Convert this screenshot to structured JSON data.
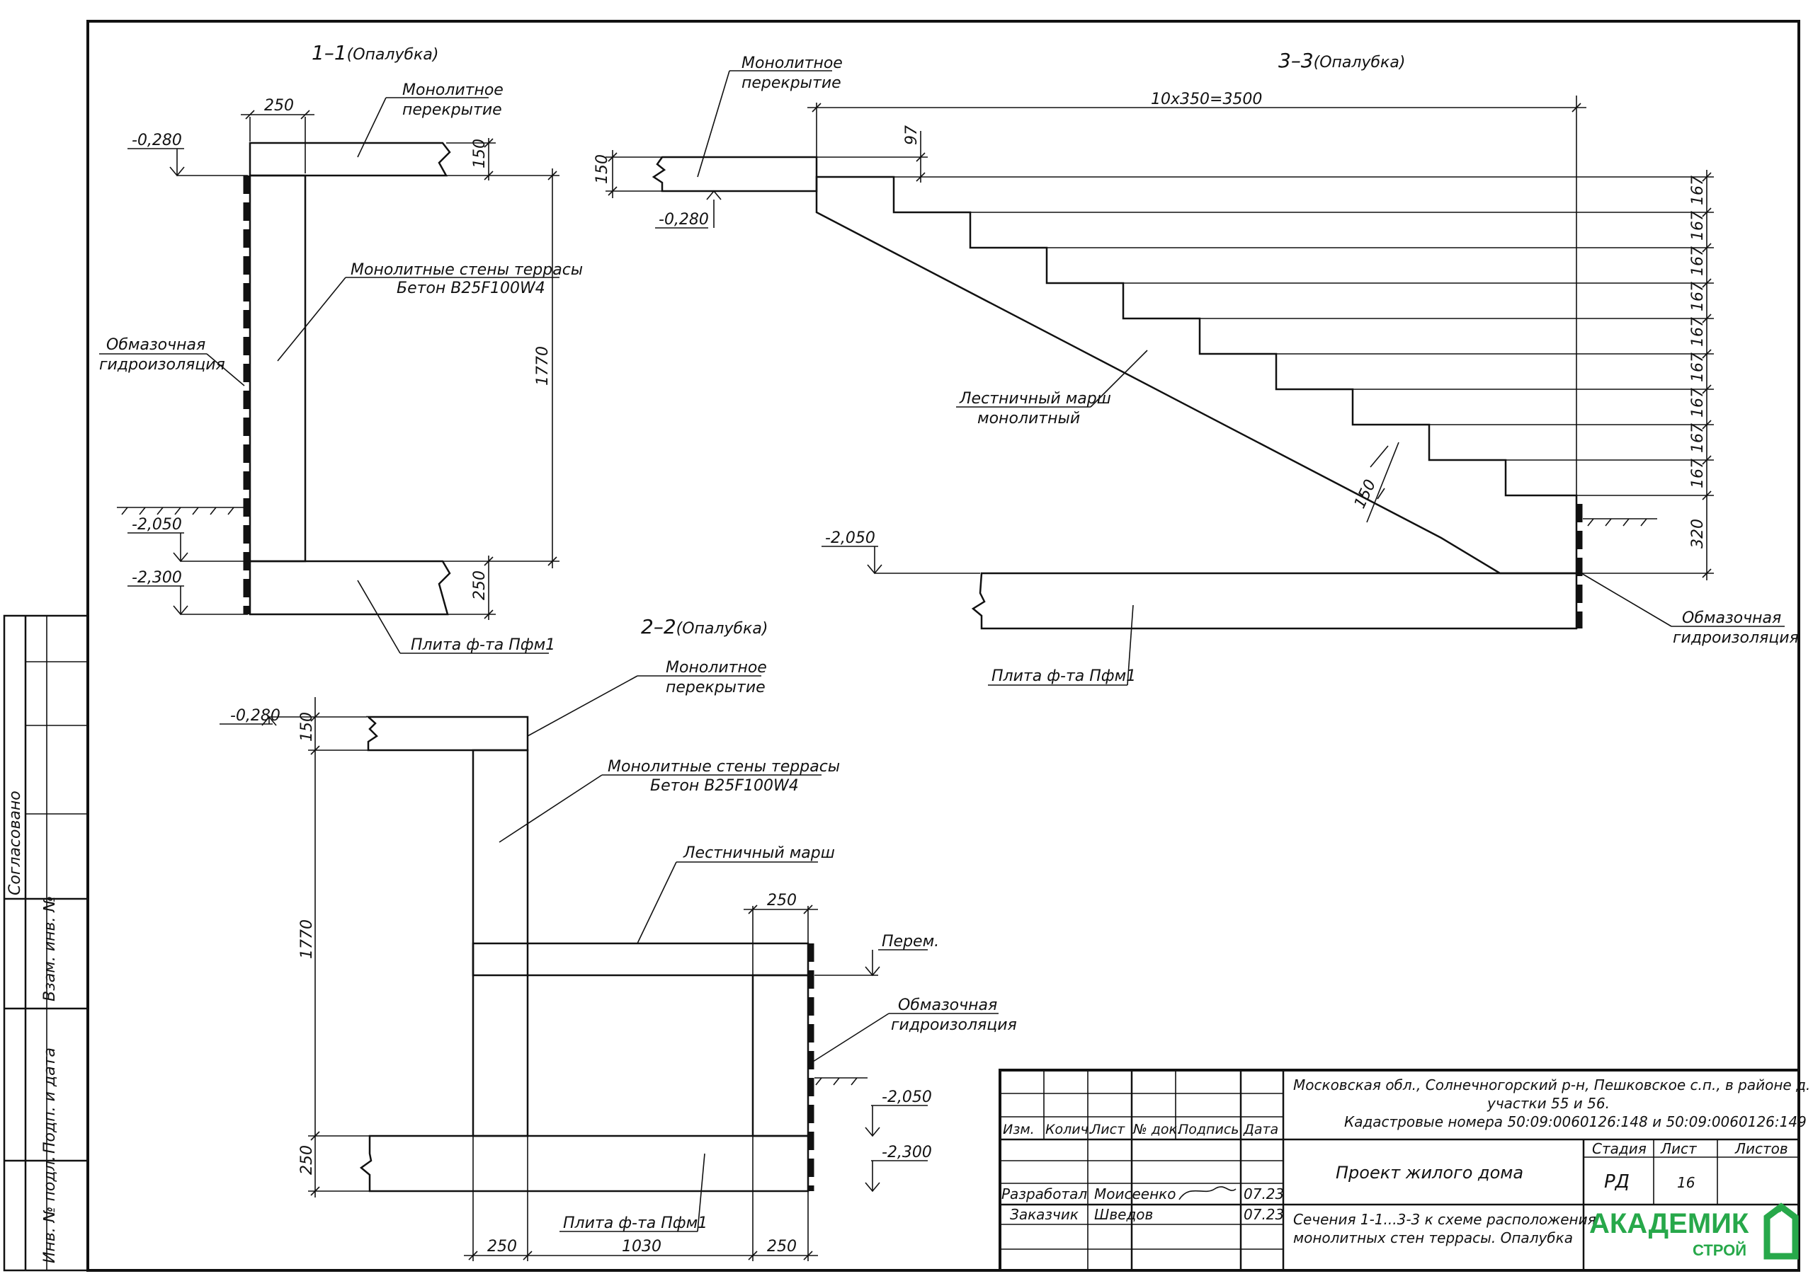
{
  "sections": {
    "s1": {
      "title": "1–1",
      "sub": "(Опалубка)"
    },
    "s2": {
      "title": "2–2",
      "sub": "(Опалубка)"
    },
    "s3": {
      "title": "3–3",
      "sub": "(Опалубка)"
    }
  },
  "labels": {
    "monolith_slab_1": "Монолитное",
    "monolith_slab_2": "перекрытие",
    "walls_1": "Монолитные стены террасы",
    "walls_2": "Бетон B25F100W4",
    "waterproof_1": "Обмазочная",
    "waterproof_2": "гидроизоляция",
    "foundation_slab": "Плита ф-та Пфм1",
    "stair_flight": "Лестничный марш",
    "stair_flight_1": "Лестничный марш",
    "stair_flight_2": "монолитный",
    "lintel": "Перем."
  },
  "levels": {
    "l1": "-0,280",
    "l2": "-2,050",
    "l3": "-2,300"
  },
  "dims": {
    "d250": "250",
    "d150": "150",
    "d1770": "1770",
    "d1030": "1030",
    "d97": "97",
    "d167": "167",
    "d320": "320",
    "stairs_total": "10x350=3500"
  },
  "side_stamp": {
    "agreed": "Согласовано",
    "replace_inv": "Взам. инв. №",
    "sign_date": "Подп. и дата",
    "inv_orig": "Инв. № подл."
  },
  "title_block": {
    "address_1": "Московская обл., Солнечногорский р-н, Пешковское с.п., в районе д. Холмы",
    "address_2": "участки 55 и 56.",
    "address_3": "Кадастровые номера 50:09:0060126:148 и 50:09:0060126:149",
    "project": "Проект жилого дома",
    "sheet_desc_1": "Сечения 1-1...3-3 к схеме расположения",
    "sheet_desc_2": "монолитных стен террасы. Опалубка",
    "col_izm": "Изм.",
    "col_kol": "Колич.",
    "col_list": "Лист",
    "col_ndok": "№ док.",
    "col_podp": "Подпись",
    "col_data": "Дата",
    "role_dev": "Разработал",
    "role_cust": "Заказчик",
    "name_dev": "Моисеенко",
    "name_cust": "Шведов",
    "date_dev": "07.23",
    "date_cust": "07.23",
    "stage_h": "Стадия",
    "sheet_h": "Лист",
    "sheets_h": "Листов",
    "stage": "РД",
    "sheet": "16",
    "logo_main": "АКАДЕМИК",
    "logo_sub": "СТРОЙ",
    "logo_color": "#27a84a"
  }
}
